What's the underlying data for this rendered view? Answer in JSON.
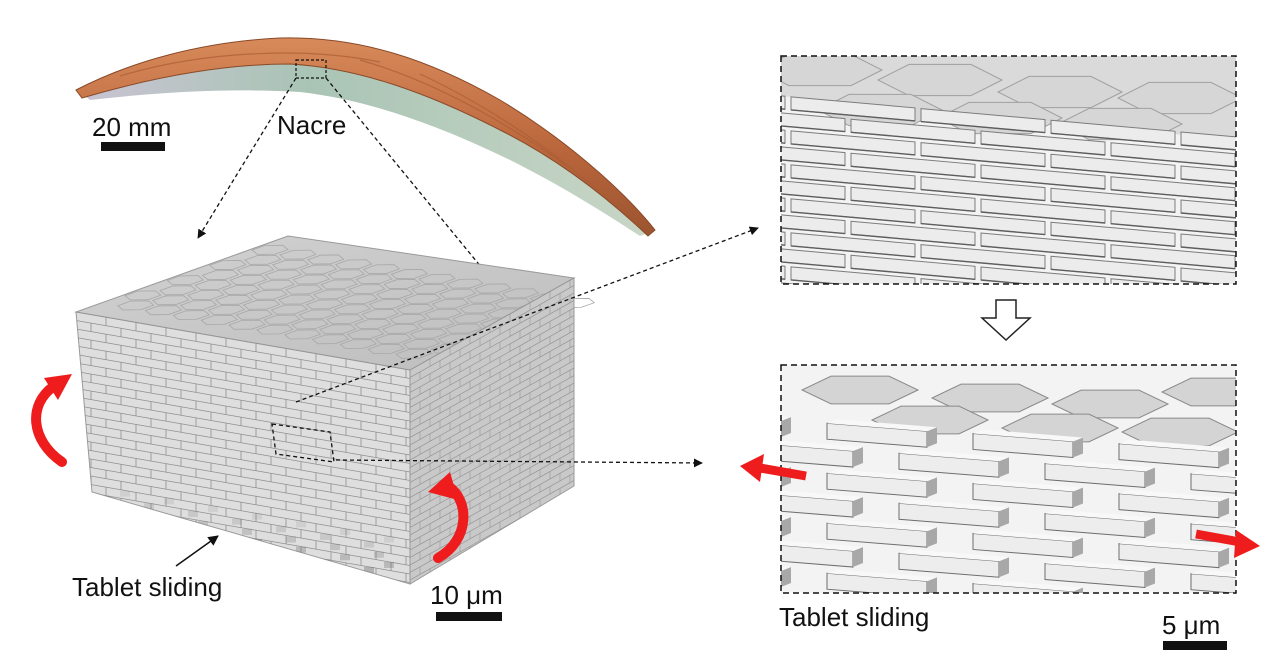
{
  "labels": {
    "specimen": "Nacre",
    "specimen_scale": "20 mm",
    "block_scale": "10 μm",
    "detail_scale": "5 μm",
    "block_caption": "Tablet sliding",
    "detail_caption": "Tablet sliding"
  },
  "colors": {
    "shell_outer": "#c9784a",
    "shell_inner": "#b9c7bd",
    "tablet_face": "#e4e4e4",
    "tablet_edge": "#8c8c8c",
    "block_top": "#cfcfcf",
    "block_front": "#dcdcdc",
    "block_side": "#c4c4c4",
    "arrow_red": "#ee1c1c",
    "line": "#111111"
  }
}
